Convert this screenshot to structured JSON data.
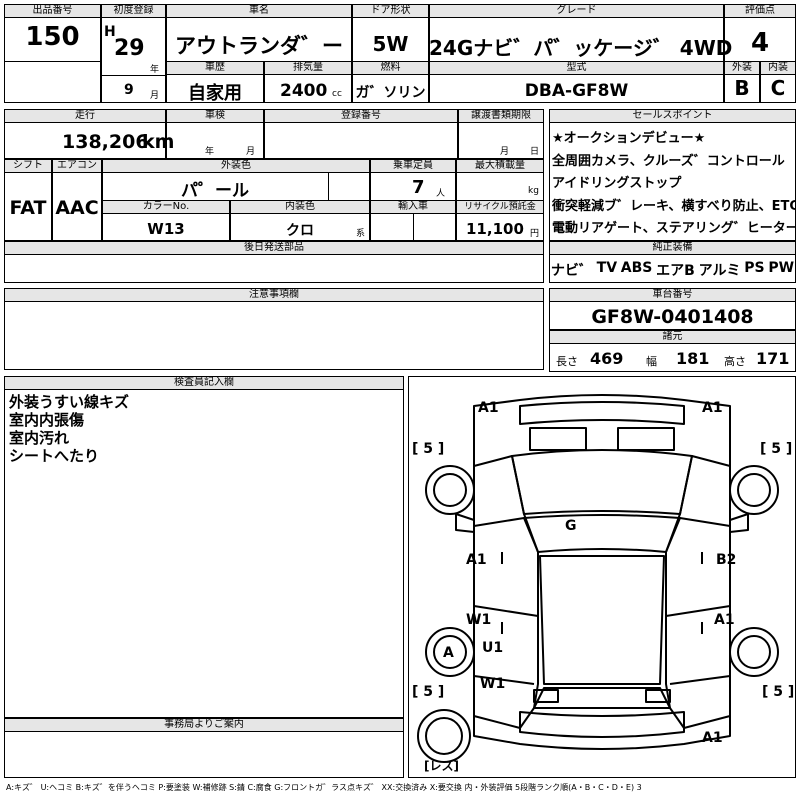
{
  "header": {
    "lot_label": "出品番号",
    "lot_value": "150",
    "first_reg_label": "初度登録",
    "era": "H",
    "reg_year": "29",
    "year_unit": "年",
    "reg_month": "9",
    "month_unit": "月",
    "car_name_label": "車名",
    "car_name": "アウトランダ゛ー",
    "door_label": "ドア形状",
    "door_value": "5W",
    "grade_label": "グレード",
    "grade_value": "24Gナビ゛パ゛ッケージ゛ 4WD",
    "score_label": "評価点",
    "score_value": "4",
    "history_label": "車歴",
    "history_value": "自家用",
    "displacement_label": "排気量",
    "displacement_value": "2400",
    "displacement_unit": "cc",
    "fuel_label": "燃料",
    "fuel_value": "ガ゛ソリン",
    "model_label": "型式",
    "model_value": "DBA-GF8W",
    "exterior_label": "外装",
    "exterior_value": "B",
    "interior_label": "内装",
    "interior_value": "C"
  },
  "row2": {
    "mileage_label": "走行",
    "mileage_value": "138,206",
    "mileage_unit": "km",
    "inspection_label": "車検",
    "inspection_year_unit": "年",
    "inspection_month_unit": "月",
    "regno_label": "登録番号",
    "transfer_label": "譲渡書類期限",
    "transfer_month_unit": "月",
    "transfer_day_unit": "日"
  },
  "row3": {
    "shift_label": "シフト",
    "shift_value": "FAT",
    "ac_label": "エアコン",
    "ac_value": "AAC",
    "color_label": "外装色",
    "color_value": "パ゜ール",
    "capacity_label": "乗車定員",
    "capacity_value": "7",
    "capacity_unit": "人",
    "load_label": "最大積載量",
    "load_unit": "kg",
    "colorno_label": "カラーNo.",
    "colorno_value": "W13",
    "int_color_label": "内装色",
    "int_color_value": "クロ",
    "int_color_unit": "系",
    "import_label": "輸入車",
    "recycle_label": "リサイクル預託金",
    "recycle_value": "11,100",
    "recycle_unit": "円"
  },
  "later_parts_label": "後日発送部品",
  "selling_points": {
    "label": "セールスポイント",
    "lines": [
      "★オークションデビュー★",
      "全周囲カメラ、クルーズ゛コントロール",
      "アイドリングストップ",
      "衝突軽減ブ゛レーキ、横すべり防止、ETC",
      "電動リアゲート、ステアリング゛ヒーター"
    ]
  },
  "equipment": {
    "label": "純正装備",
    "items": [
      "ナビ゛",
      "TV",
      "ABS",
      "エアB",
      "アルミ",
      "PS",
      "PW"
    ]
  },
  "notes_label": "注意事項欄",
  "chassis": {
    "label": "車台番号",
    "value": "GF8W-0401408"
  },
  "dims": {
    "label": "諸元",
    "len_label": "長さ",
    "len_value": "469",
    "width_label": "幅",
    "width_value": "181",
    "height_label": "高さ",
    "height_value": "171"
  },
  "inspector": {
    "label": "検査員記入欄",
    "lines": [
      "外装うすい線キズ",
      "室内内張傷",
      "室内汚れ",
      "シートへたり"
    ]
  },
  "office_label": "事務局よりご案内",
  "diagram": {
    "marks": [
      "A1",
      "A1",
      "[ 5 ]",
      "[ 5 ]",
      "G",
      "A1",
      "B2",
      "W1",
      "A1",
      "U1",
      "A",
      "W1",
      "[ 5 ]",
      "[ 5 ]",
      "A1",
      "[レス]"
    ]
  },
  "legend": "A:キズ゛ U:ヘコミ B:キズ゛を伴うヘコミ P:要塗装 W:補修跡 S:錆 C:腐食 G:フロントガ゛ラス点キズ゛ XX:交換済み X:要交換 内・外装評価 5段階ランク順(A・B・C・D・E) 3"
}
